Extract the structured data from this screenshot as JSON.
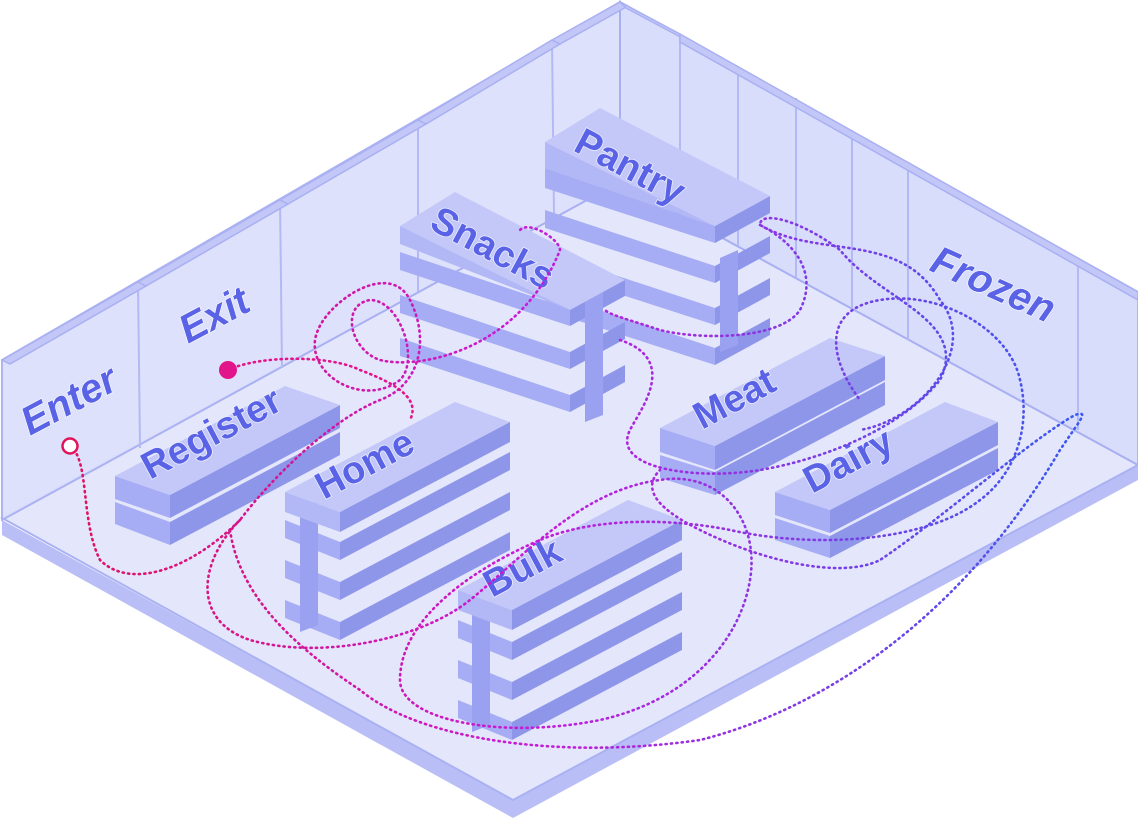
{
  "zones": {
    "enter": "Enter",
    "exit": "Exit",
    "frozen": "Frozen"
  },
  "shelves": {
    "register": "Register",
    "home": "Home",
    "snacks": "Snacks",
    "pantry": "Pantry",
    "meat": "Meat",
    "dairy": "Dairy",
    "bulk": "Bulk"
  },
  "colors": {
    "floor": "#e4e7fb",
    "wall": "#d9ddfb",
    "wall_edge": "#a9b0f2",
    "shelf_top": "#c3c8f8",
    "shelf_left": "#a6adf4",
    "shelf_right": "#8e96ea",
    "label": "#5a63e6",
    "path_start": "#e0125a",
    "path_mid": "#c81ad8",
    "path_end": "#3a5af0"
  }
}
